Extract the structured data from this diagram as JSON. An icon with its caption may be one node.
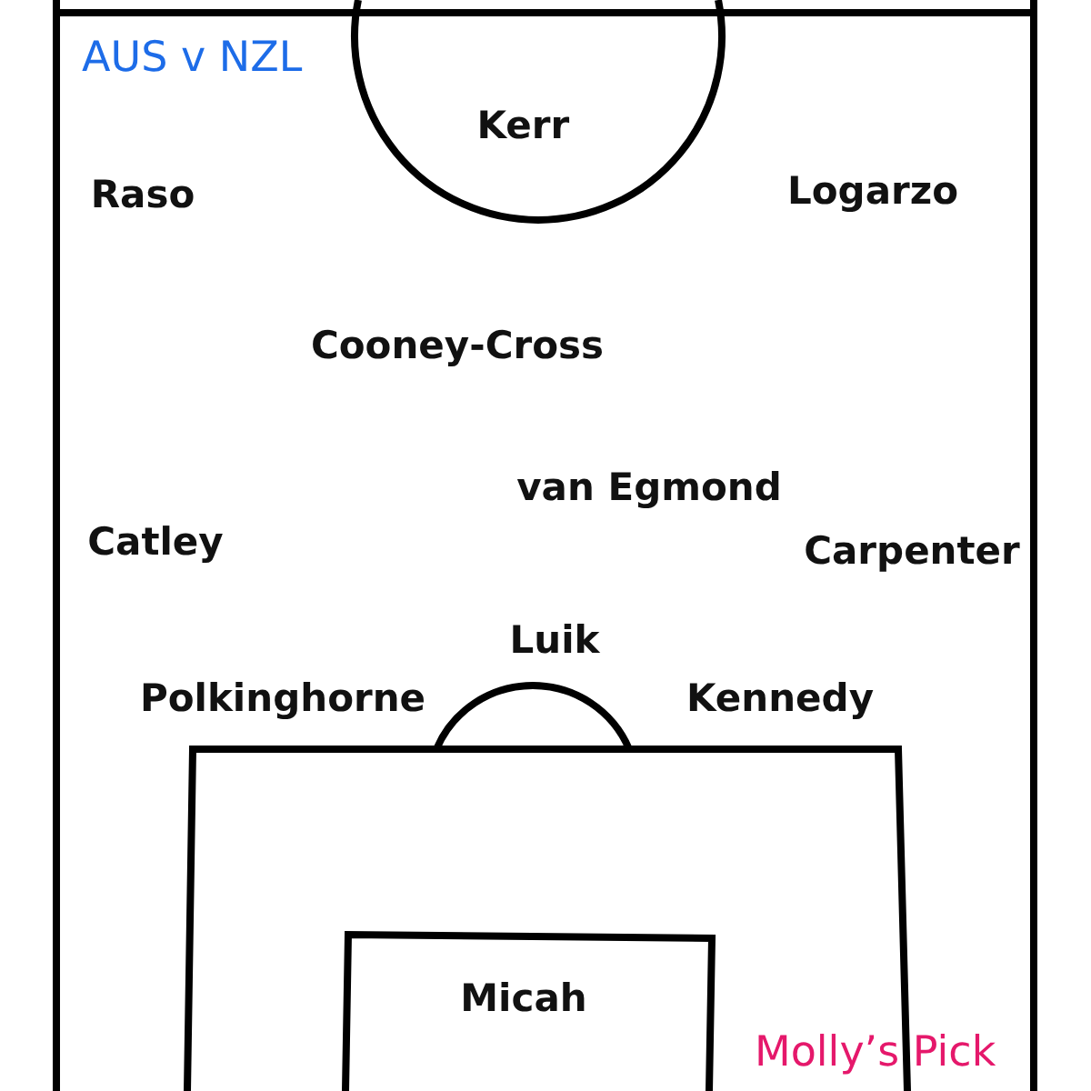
{
  "diagram": {
    "title": "AUS v NZL",
    "caption": "Molly’s Pick",
    "labels": [
      "Kerr",
      "Raso",
      "Logarzo",
      "Cooney-Cross",
      "van Egmond",
      "Catley",
      "Carpenter",
      "Luik",
      "Polkinghorne",
      "Kennedy",
      "Micah"
    ]
  }
}
